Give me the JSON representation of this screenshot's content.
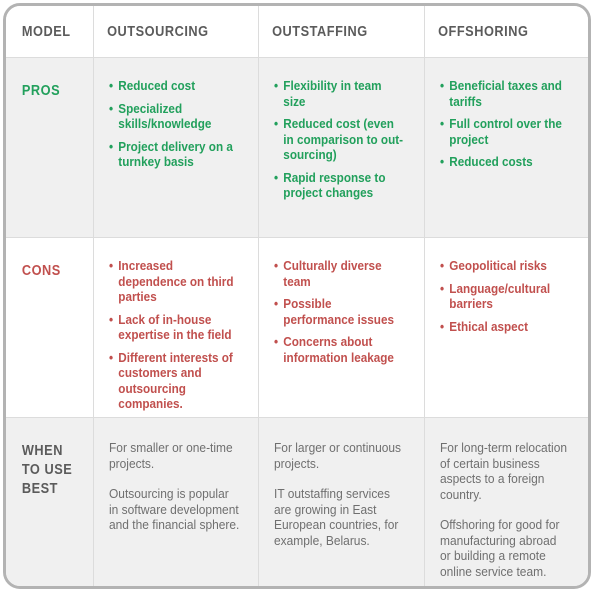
{
  "table": {
    "columns": [
      "MODEL",
      "OUTSOURCING",
      "OUTSTAFFING",
      "OFFSHORING"
    ],
    "rows": [
      {
        "label": "PROS",
        "accent_color": "#22a05c",
        "cells": [
          {
            "type": "bullets",
            "items": [
              "Reduced cost",
              "Specialized skills/knowledge",
              "Project delivery on a turnkey basis"
            ]
          },
          {
            "type": "bullets",
            "items": [
              "Flexibility in team size",
              "Reduced cost (even in comparison to out-sourcing)",
              "Rapid response to project changes"
            ]
          },
          {
            "type": "bullets",
            "items": [
              "Beneficial taxes and tariffs",
              "Full control over the project",
              "Reduced costs"
            ]
          }
        ]
      },
      {
        "label": "CONS",
        "accent_color": "#c1504e",
        "cells": [
          {
            "type": "bullets",
            "items": [
              "Increased  dependence on third parties",
              "Lack of in-house expertise in the field",
              "Different interests of customers and outsourcing companies."
            ]
          },
          {
            "type": "bullets",
            "items": [
              "Culturally diverse team",
              "Possible performance issues",
              "Concerns about information leakage"
            ]
          },
          {
            "type": "bullets",
            "items": [
              "Geopolitical risks",
              "Language/cultural barriers",
              "Ethical aspect"
            ]
          }
        ]
      },
      {
        "label": "WHEN\nTO USE\nBEST",
        "accent_color": "#5b5b5b",
        "cells": [
          {
            "type": "paragraphs",
            "items": [
              "For smaller or one-time projects.",
              "Outsourcing is popular in software development and the financial sphere."
            ]
          },
          {
            "type": "paragraphs",
            "items": [
              "For larger or continuous projects.",
              "IT outstaffing services are growing in East European countries, for example, Belarus."
            ]
          },
          {
            "type": "paragraphs",
            "items": [
              "For long-term relocation of certain business aspects to a foreign country.",
              "Offshoring for good for manufacturing abroad or building a remote online service team."
            ]
          }
        ]
      }
    ]
  },
  "colors": {
    "border": "#b3b3b3",
    "divider": "#dcdcdc",
    "row_shaded": "#f0f0f0",
    "row_plain": "#ffffff",
    "header_text": "#5b5b5b",
    "pros_green": "#22a05c",
    "cons_red": "#c1504e",
    "body_gray": "#6f6f6f"
  }
}
